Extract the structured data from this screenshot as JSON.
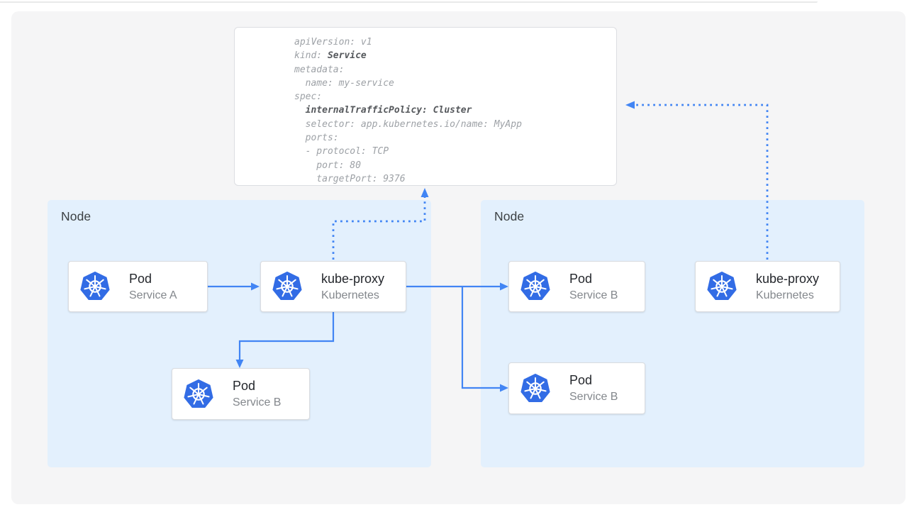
{
  "colors": {
    "canvas_bg": "#f5f5f6",
    "node_bg": "#e3f0fd",
    "arrow_blue": "#4285f4",
    "kubernetes_logo_blue": "#326ce5",
    "card_title": "#24272c",
    "card_subtitle": "#83878c",
    "yaml_regular_text": "#9da1a6",
    "yaml_bold_text": "#55585c"
  },
  "yaml_panel": {
    "lines": [
      [
        {
          "t": "apiVersion: v1"
        }
      ],
      [
        {
          "t": "kind: "
        },
        {
          "t": "Service",
          "b": true
        }
      ],
      [
        {
          "t": "metadata:"
        }
      ],
      [
        {
          "t": "  name: my-service"
        }
      ],
      [
        {
          "t": "spec:"
        }
      ],
      [
        {
          "t": "  "
        },
        {
          "t": "internalTrafficPolicy: Cluster",
          "b": true
        }
      ],
      [
        {
          "t": "  selector: app.kubernetes.io/name: MyApp"
        }
      ],
      [
        {
          "t": "  ports:"
        }
      ],
      [
        {
          "t": "  - protocol: TCP"
        }
      ],
      [
        {
          "t": "    port: 80"
        }
      ],
      [
        {
          "t": "    targetPort: 9376"
        }
      ]
    ]
  },
  "nodes": {
    "left": {
      "label": "Node"
    },
    "right": {
      "label": "Node"
    }
  },
  "cards": {
    "pod_a": {
      "title": "Pod",
      "subtitle": "Service A"
    },
    "kube_proxy_left": {
      "title": "kube-proxy",
      "subtitle": "Kubernetes"
    },
    "pod_b_left": {
      "title": "Pod",
      "subtitle": "Service B"
    },
    "pod_b_right_top": {
      "title": "Pod",
      "subtitle": "Service B"
    },
    "pod_b_right_bottom": {
      "title": "Pod",
      "subtitle": "Service B"
    },
    "kube_proxy_right": {
      "title": "kube-proxy",
      "subtitle": "Kubernetes"
    }
  },
  "connections": [
    {
      "from": "pod-service-a",
      "to": "kube-proxy-left",
      "style": "solid"
    },
    {
      "from": "kube-proxy-left",
      "to": "pod-service-b-left",
      "style": "solid"
    },
    {
      "from": "kube-proxy-left",
      "to": "pod-service-b-right-top",
      "style": "solid"
    },
    {
      "from": "kube-proxy-left",
      "to": "pod-service-b-right-bottom",
      "style": "solid"
    },
    {
      "from": "kube-proxy-left",
      "to": "service-yaml-panel",
      "style": "dotted"
    },
    {
      "from": "kube-proxy-right",
      "to": "service-yaml-panel",
      "style": "dotted"
    }
  ]
}
